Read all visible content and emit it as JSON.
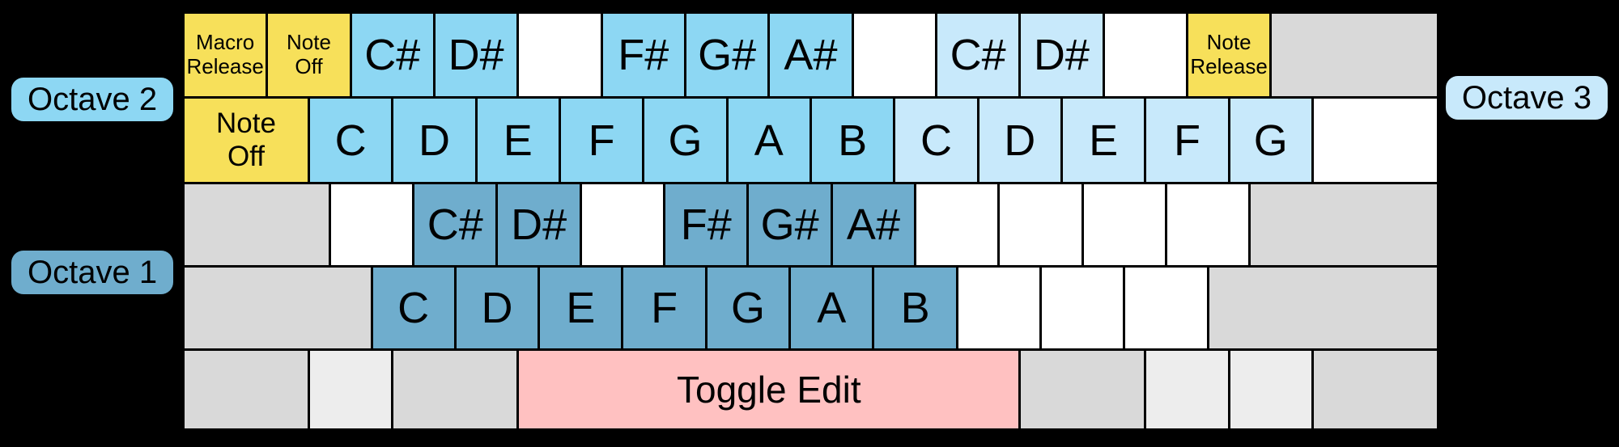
{
  "labels": {
    "octave1": "Octave 1",
    "octave2": "Octave 2",
    "octave3": "Octave 3"
  },
  "colors": {
    "background": "#000000",
    "key_border": "#000000",
    "text": "#000000",
    "octave1": "#6FADCD",
    "octave2": "#8DD7F3",
    "octave3": "#C8E9FB",
    "yellow": "#F7E05A",
    "pink": "#FFC1C1",
    "gray": "#D9D9D9",
    "light_gray": "#EDEDED",
    "white": "#FFFFFF"
  },
  "keyboard": {
    "rows": [
      {
        "name": "number-row",
        "keys": [
          {
            "name": "key-macro-release",
            "label": "Macro\nRelease",
            "color": "yellow",
            "units": 1,
            "size": "small"
          },
          {
            "name": "key-note-off",
            "label": "Note\nOff",
            "color": "yellow",
            "units": 1,
            "size": "small"
          },
          {
            "name": "key-note-c-sharp-octave-2",
            "label": "C#",
            "color": "octave2",
            "units": 1,
            "size": "note"
          },
          {
            "name": "key-note-d-sharp-octave-2",
            "label": "D#",
            "color": "octave2",
            "units": 1,
            "size": "note"
          },
          {
            "name": "key-unmapped",
            "label": "",
            "color": "white",
            "units": 1
          },
          {
            "name": "key-note-f-sharp-octave-2",
            "label": "F#",
            "color": "octave2",
            "units": 1,
            "size": "note"
          },
          {
            "name": "key-note-g-sharp-octave-2",
            "label": "G#",
            "color": "octave2",
            "units": 1,
            "size": "note"
          },
          {
            "name": "key-note-a-sharp-octave-2",
            "label": "A#",
            "color": "octave2",
            "units": 1,
            "size": "note"
          },
          {
            "name": "key-unmapped",
            "label": "",
            "color": "white",
            "units": 1
          },
          {
            "name": "key-note-c-sharp-octave-3",
            "label": "C#",
            "color": "octave3",
            "units": 1,
            "size": "note"
          },
          {
            "name": "key-note-d-sharp-octave-3",
            "label": "D#",
            "color": "octave3",
            "units": 1,
            "size": "note"
          },
          {
            "name": "key-unmapped",
            "label": "",
            "color": "white",
            "units": 1
          },
          {
            "name": "key-note-release",
            "label": "Note\nRelease",
            "color": "yellow",
            "units": 1,
            "size": "small"
          },
          {
            "name": "key-inactive",
            "label": "",
            "color": "gray",
            "units": 2
          }
        ]
      },
      {
        "name": "qwerty-row",
        "keys": [
          {
            "name": "key-note-off-tab",
            "label": "Note\nOff",
            "color": "yellow",
            "units": 1.5,
            "size": "medium"
          },
          {
            "name": "key-note-c-octave-2",
            "label": "C",
            "color": "octave2",
            "units": 1,
            "size": "note"
          },
          {
            "name": "key-note-d-octave-2",
            "label": "D",
            "color": "octave2",
            "units": 1,
            "size": "note"
          },
          {
            "name": "key-note-e-octave-2",
            "label": "E",
            "color": "octave2",
            "units": 1,
            "size": "note"
          },
          {
            "name": "key-note-f-octave-2",
            "label": "F",
            "color": "octave2",
            "units": 1,
            "size": "note"
          },
          {
            "name": "key-note-g-octave-2",
            "label": "G",
            "color": "octave2",
            "units": 1,
            "size": "note"
          },
          {
            "name": "key-note-a-octave-2",
            "label": "A",
            "color": "octave2",
            "units": 1,
            "size": "note"
          },
          {
            "name": "key-note-b-octave-2",
            "label": "B",
            "color": "octave2",
            "units": 1,
            "size": "note"
          },
          {
            "name": "key-note-c-octave-3",
            "label": "C",
            "color": "octave3",
            "units": 1,
            "size": "note"
          },
          {
            "name": "key-note-d-octave-3",
            "label": "D",
            "color": "octave3",
            "units": 1,
            "size": "note"
          },
          {
            "name": "key-note-e-octave-3",
            "label": "E",
            "color": "octave3",
            "units": 1,
            "size": "note"
          },
          {
            "name": "key-note-f-octave-3",
            "label": "F",
            "color": "octave3",
            "units": 1,
            "size": "note"
          },
          {
            "name": "key-note-g-octave-3",
            "label": "G",
            "color": "octave3",
            "units": 1,
            "size": "note"
          },
          {
            "name": "key-unmapped",
            "label": "",
            "color": "white",
            "units": 1.5
          }
        ]
      },
      {
        "name": "home-row",
        "keys": [
          {
            "name": "key-inactive",
            "label": "",
            "color": "gray",
            "units": 1.75
          },
          {
            "name": "key-unmapped",
            "label": "",
            "color": "white",
            "units": 1
          },
          {
            "name": "key-note-c-sharp-octave-1",
            "label": "C#",
            "color": "octave1",
            "units": 1,
            "size": "note"
          },
          {
            "name": "key-note-d-sharp-octave-1",
            "label": "D#",
            "color": "octave1",
            "units": 1,
            "size": "note"
          },
          {
            "name": "key-unmapped",
            "label": "",
            "color": "white",
            "units": 1
          },
          {
            "name": "key-note-f-sharp-octave-1",
            "label": "F#",
            "color": "octave1",
            "units": 1,
            "size": "note"
          },
          {
            "name": "key-note-g-sharp-octave-1",
            "label": "G#",
            "color": "octave1",
            "units": 1,
            "size": "note"
          },
          {
            "name": "key-note-a-sharp-octave-1",
            "label": "A#",
            "color": "octave1",
            "units": 1,
            "size": "note"
          },
          {
            "name": "key-unmapped",
            "label": "",
            "color": "white",
            "units": 1
          },
          {
            "name": "key-unmapped",
            "label": "",
            "color": "white",
            "units": 1
          },
          {
            "name": "key-unmapped",
            "label": "",
            "color": "white",
            "units": 1
          },
          {
            "name": "key-unmapped",
            "label": "",
            "color": "white",
            "units": 1
          },
          {
            "name": "key-inactive",
            "label": "",
            "color": "gray",
            "units": 2.25
          }
        ]
      },
      {
        "name": "lower-letter-row",
        "keys": [
          {
            "name": "key-inactive",
            "label": "",
            "color": "gray",
            "units": 2.25
          },
          {
            "name": "key-note-c-octave-1",
            "label": "C",
            "color": "octave1",
            "units": 1,
            "size": "note"
          },
          {
            "name": "key-note-d-octave-1",
            "label": "D",
            "color": "octave1",
            "units": 1,
            "size": "note"
          },
          {
            "name": "key-note-e-octave-1",
            "label": "E",
            "color": "octave1",
            "units": 1,
            "size": "note"
          },
          {
            "name": "key-note-f-octave-1",
            "label": "F",
            "color": "octave1",
            "units": 1,
            "size": "note"
          },
          {
            "name": "key-note-g-octave-1",
            "label": "G",
            "color": "octave1",
            "units": 1,
            "size": "note"
          },
          {
            "name": "key-note-a-octave-1",
            "label": "A",
            "color": "octave1",
            "units": 1,
            "size": "note"
          },
          {
            "name": "key-note-b-octave-1",
            "label": "B",
            "color": "octave1",
            "units": 1,
            "size": "note"
          },
          {
            "name": "key-unmapped",
            "label": "",
            "color": "white",
            "units": 1
          },
          {
            "name": "key-unmapped",
            "label": "",
            "color": "white",
            "units": 1
          },
          {
            "name": "key-unmapped",
            "label": "",
            "color": "white",
            "units": 1
          },
          {
            "name": "key-inactive",
            "label": "",
            "color": "gray",
            "units": 2.75
          }
        ]
      },
      {
        "name": "modifier-row",
        "keys": [
          {
            "name": "key-inactive",
            "label": "",
            "color": "gray",
            "units": 1.5
          },
          {
            "name": "key-inactive",
            "label": "",
            "color": "light_gray",
            "units": 1
          },
          {
            "name": "key-inactive",
            "label": "",
            "color": "gray",
            "units": 1.5
          },
          {
            "name": "key-toggle-edit",
            "label": "Toggle Edit",
            "color": "pink",
            "units": 6,
            "size": "large"
          },
          {
            "name": "key-inactive",
            "label": "",
            "color": "gray",
            "units": 1.5
          },
          {
            "name": "key-inactive",
            "label": "",
            "color": "light_gray",
            "units": 1
          },
          {
            "name": "key-inactive",
            "label": "",
            "color": "light_gray",
            "units": 1
          },
          {
            "name": "key-inactive",
            "label": "",
            "color": "gray",
            "units": 1.5
          }
        ]
      }
    ]
  }
}
